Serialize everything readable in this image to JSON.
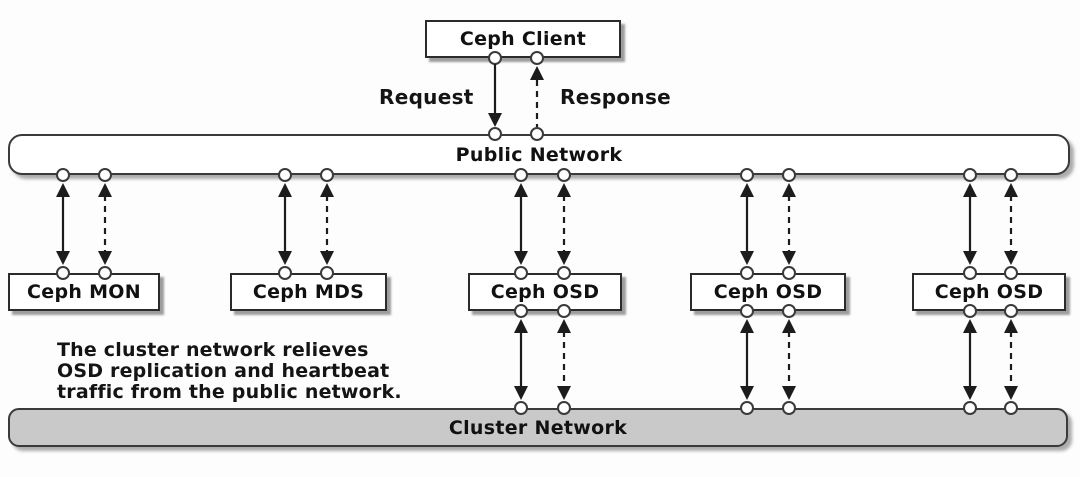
{
  "diagram": {
    "client": {
      "label": "Ceph Client"
    },
    "flow_labels": {
      "request": "Request",
      "response": "Response"
    },
    "public_network": {
      "label": "Public Network"
    },
    "cluster_network": {
      "label": "Cluster Network"
    },
    "nodes": [
      {
        "label": "Ceph MON"
      },
      {
        "label": "Ceph MDS"
      },
      {
        "label": "Ceph OSD"
      },
      {
        "label": "Ceph OSD"
      },
      {
        "label": "Ceph OSD"
      }
    ],
    "caption": {
      "line1": "The cluster network relieves",
      "line2": "OSD replication and heartbeat",
      "line3": "traffic from the public network."
    },
    "legend": {
      "solid_arrow_meaning": "Request",
      "dashed_arrow_meaning": "Response"
    },
    "colors": {
      "line": "#1c1c1c",
      "box_border": "#2b2b2b",
      "cluster_fill": "#c9c9c9",
      "background": "#fdfdfd"
    }
  }
}
